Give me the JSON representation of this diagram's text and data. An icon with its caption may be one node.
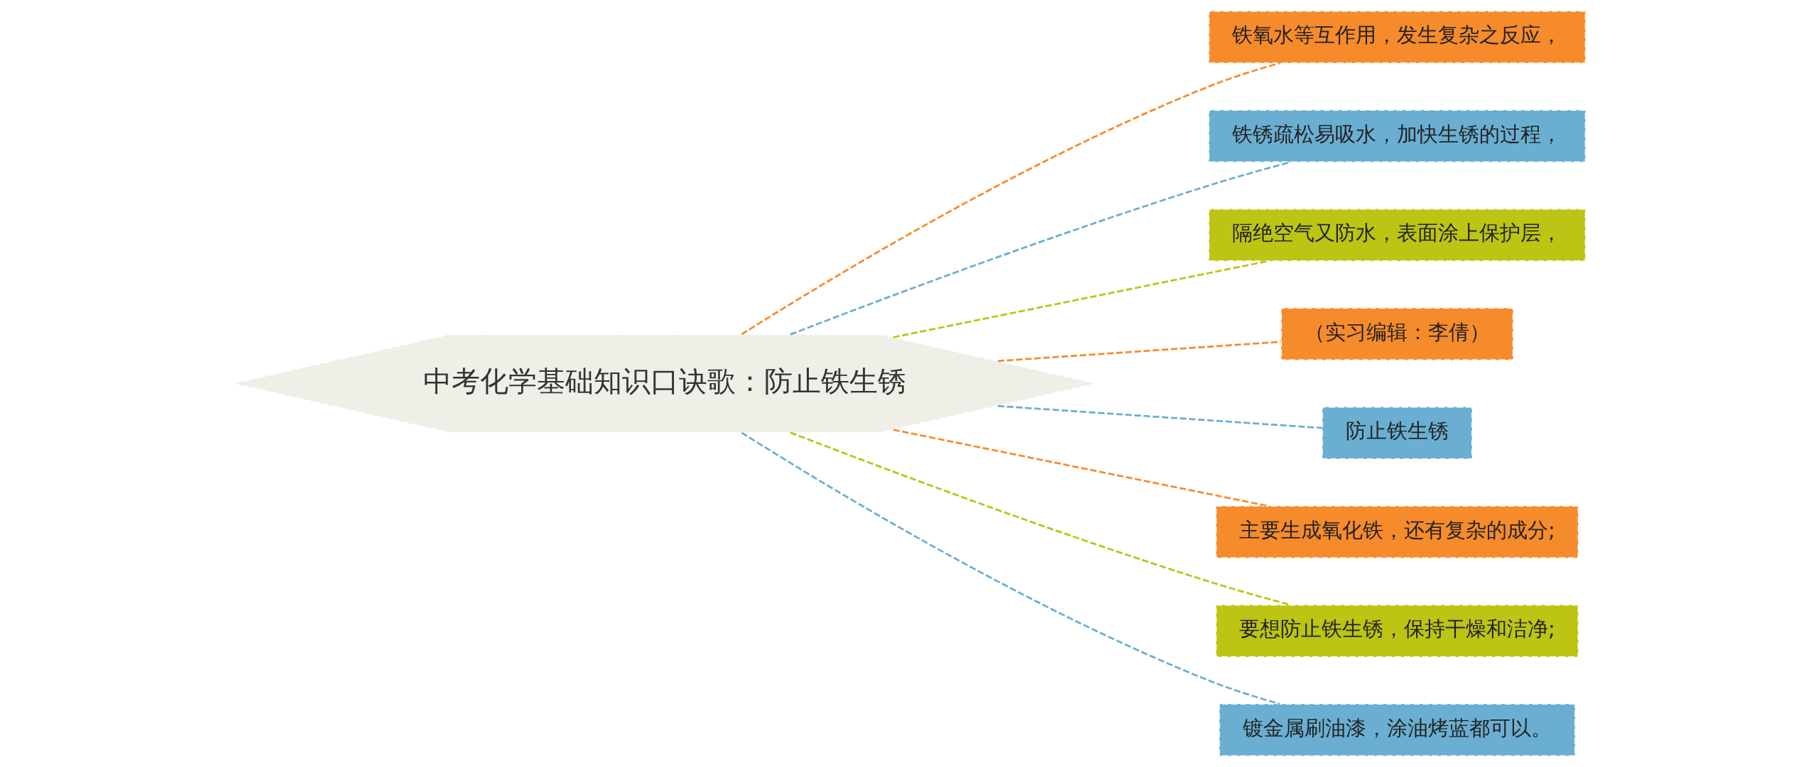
{
  "diagram": {
    "nodes": [
      {
        "text": [
          "中考化学基础知识口诀歌：防止铁生锈"
        ]
      },
      {
        "text": [
          "铁氧水等互作用，发生复杂之反应，"
        ]
      },
      {
        "text": [
          "铁锈疏松易吸水，加快生锈的过程，"
        ]
      },
      {
        "text": [
          "隔绝空气又防水，表面涂上保护层，"
        ]
      },
      {
        "text": [
          "（实习编辑：李倩）"
        ]
      },
      {
        "text": [
          "防止铁生锈"
        ]
      },
      {
        "text": [
          "主要生成氧化铁，还有复杂的成分;"
        ]
      },
      {
        "text": [
          "要想防止铁生锈，保持干燥和洁净;"
        ]
      },
      {
        "text": [
          "镀金属刷油漆，涂油烤蓝都可以。"
        ]
      }
    ],
    "edges": [
      {
        "from": 0,
        "to": 1,
        "arrow": "none",
        "style": "dashed",
        "color": "#f68b2c"
      },
      {
        "from": 0,
        "to": 2,
        "arrow": "none",
        "style": "dashed",
        "color": "#6aafd1"
      },
      {
        "from": 0,
        "to": 3,
        "arrow": "none",
        "style": "dashed",
        "color": "#bcc414"
      },
      {
        "from": 0,
        "to": 4,
        "arrow": "none",
        "style": "dashed",
        "color": "#f68b2c"
      },
      {
        "from": 0,
        "to": 5,
        "arrow": "none",
        "style": "dashed",
        "color": "#6aafd1"
      },
      {
        "from": 0,
        "to": 6,
        "arrow": "none",
        "style": "dashed",
        "color": "#f68b2c"
      },
      {
        "from": 0,
        "to": 7,
        "arrow": "none",
        "style": "dashed",
        "color": "#bcc414"
      },
      {
        "from": 0,
        "to": 8,
        "arrow": "none",
        "style": "dashed",
        "color": "#6aafd1"
      }
    ]
  }
}
